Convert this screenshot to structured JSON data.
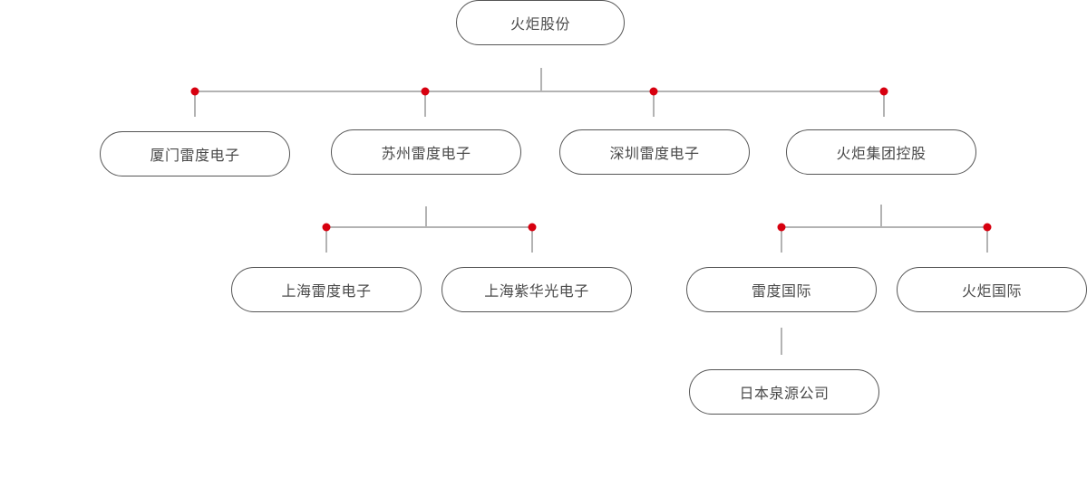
{
  "colors": {
    "connector": "#b3b3b3",
    "junction_dot": "#d7000f",
    "node_border": "#555555",
    "node_text": "#4a4a4a"
  },
  "org": {
    "root": "火炬股份",
    "level1": [
      "厦门雷度电子",
      "苏州雷度电子",
      "深圳雷度电子",
      "火炬集团控股"
    ],
    "suzhou_children": [
      "上海雷度电子",
      "上海紫华光电子"
    ],
    "holding_children": [
      "雷度国际",
      "火炬国际"
    ],
    "leidu_intl_children": [
      "日本泉源公司"
    ]
  }
}
